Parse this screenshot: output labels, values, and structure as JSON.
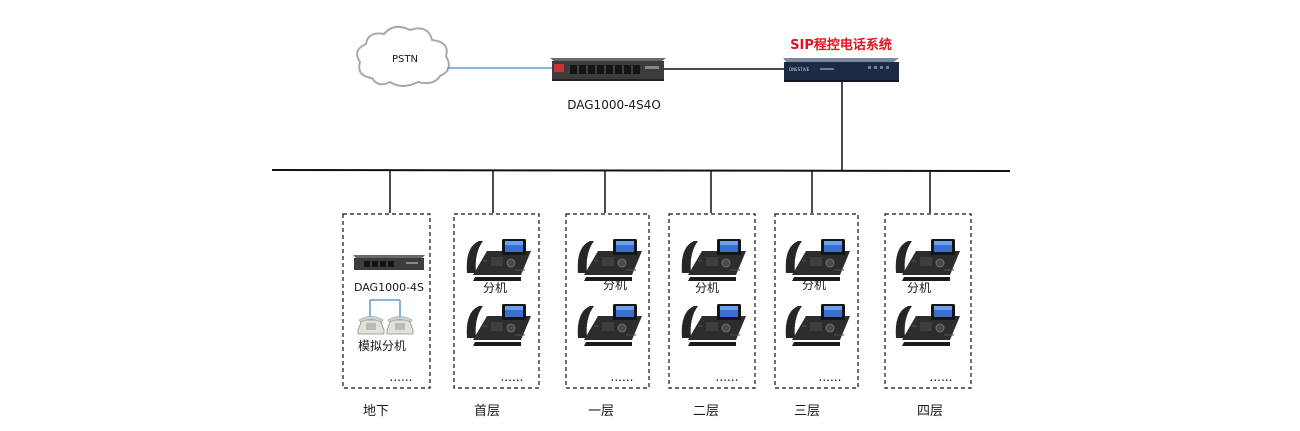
{
  "pstn": {
    "label": "PSTN"
  },
  "gateway_main": {
    "label": "DAG1000-4S4O"
  },
  "ippbx": {
    "label": "SIP程控电话系统",
    "label_color": "#e0141e",
    "front_text": "ONESTIVE"
  },
  "basement": {
    "gateway_label": "DAG1000-4S",
    "analog_label": "模拟分机",
    "dots": "......",
    "floor_label": "地下"
  },
  "floors": [
    {
      "name": "首层",
      "ext_label": "分机",
      "dots": "......"
    },
    {
      "name": "一层",
      "ext_label": "分机",
      "dots": "......"
    },
    {
      "name": "二层",
      "ext_label": "分机",
      "dots": "......"
    },
    {
      "name": "三层",
      "ext_label": "分机",
      "dots": "......"
    },
    {
      "name": "四层",
      "ext_label": "分机",
      "dots": "......"
    }
  ],
  "colors": {
    "pstn_link": "#5b9bd5",
    "bus": "#111111",
    "analog_link": "#5b9bd5"
  }
}
